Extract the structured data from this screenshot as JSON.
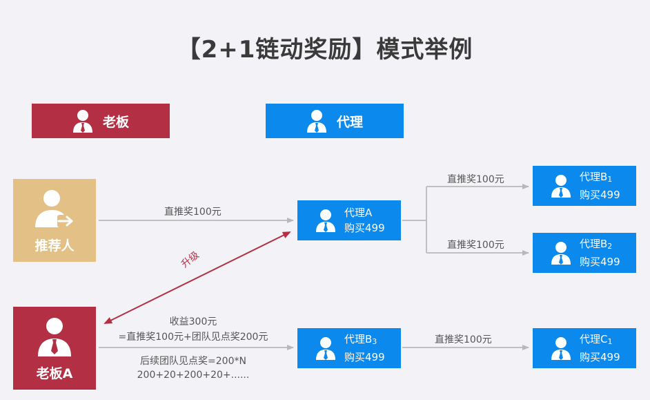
{
  "title": "【2+1链动奖励】模式举例",
  "legend": {
    "boss": "老板",
    "agent": "代理"
  },
  "referrer": {
    "label": "推荐人"
  },
  "bossA": {
    "label": "老板A"
  },
  "nodes": {
    "A": {
      "name": "代理A",
      "name_sub": "",
      "price": "购买499"
    },
    "B1": {
      "name": "代理B",
      "name_sub": "1",
      "price": "购买499"
    },
    "B2": {
      "name": "代理B",
      "name_sub": "2",
      "price": "购买499"
    },
    "B3": {
      "name": "代理B",
      "name_sub": "3",
      "price": "购买499"
    },
    "C1": {
      "name": "代理C",
      "name_sub": "1",
      "price": "购买499"
    }
  },
  "edges": {
    "referrer_to_A": "直推奖100元",
    "A_to_B1": "直推奖100元",
    "A_to_B2": "直推奖100元",
    "B3_to_C1": "直推奖100元",
    "upgrade": "升级",
    "bossA_income_1": "收益300元",
    "bossA_income_2": "=直推奖100元+团队见点奖200元",
    "bossA_followup_1": "后续团队见点奖=200*N",
    "bossA_followup_2": "200+20+200+20+......"
  },
  "colors": {
    "boss": "#b33044",
    "agent": "#0c89ec",
    "referrer": "#e2c086",
    "line": "#c0c0c0"
  }
}
